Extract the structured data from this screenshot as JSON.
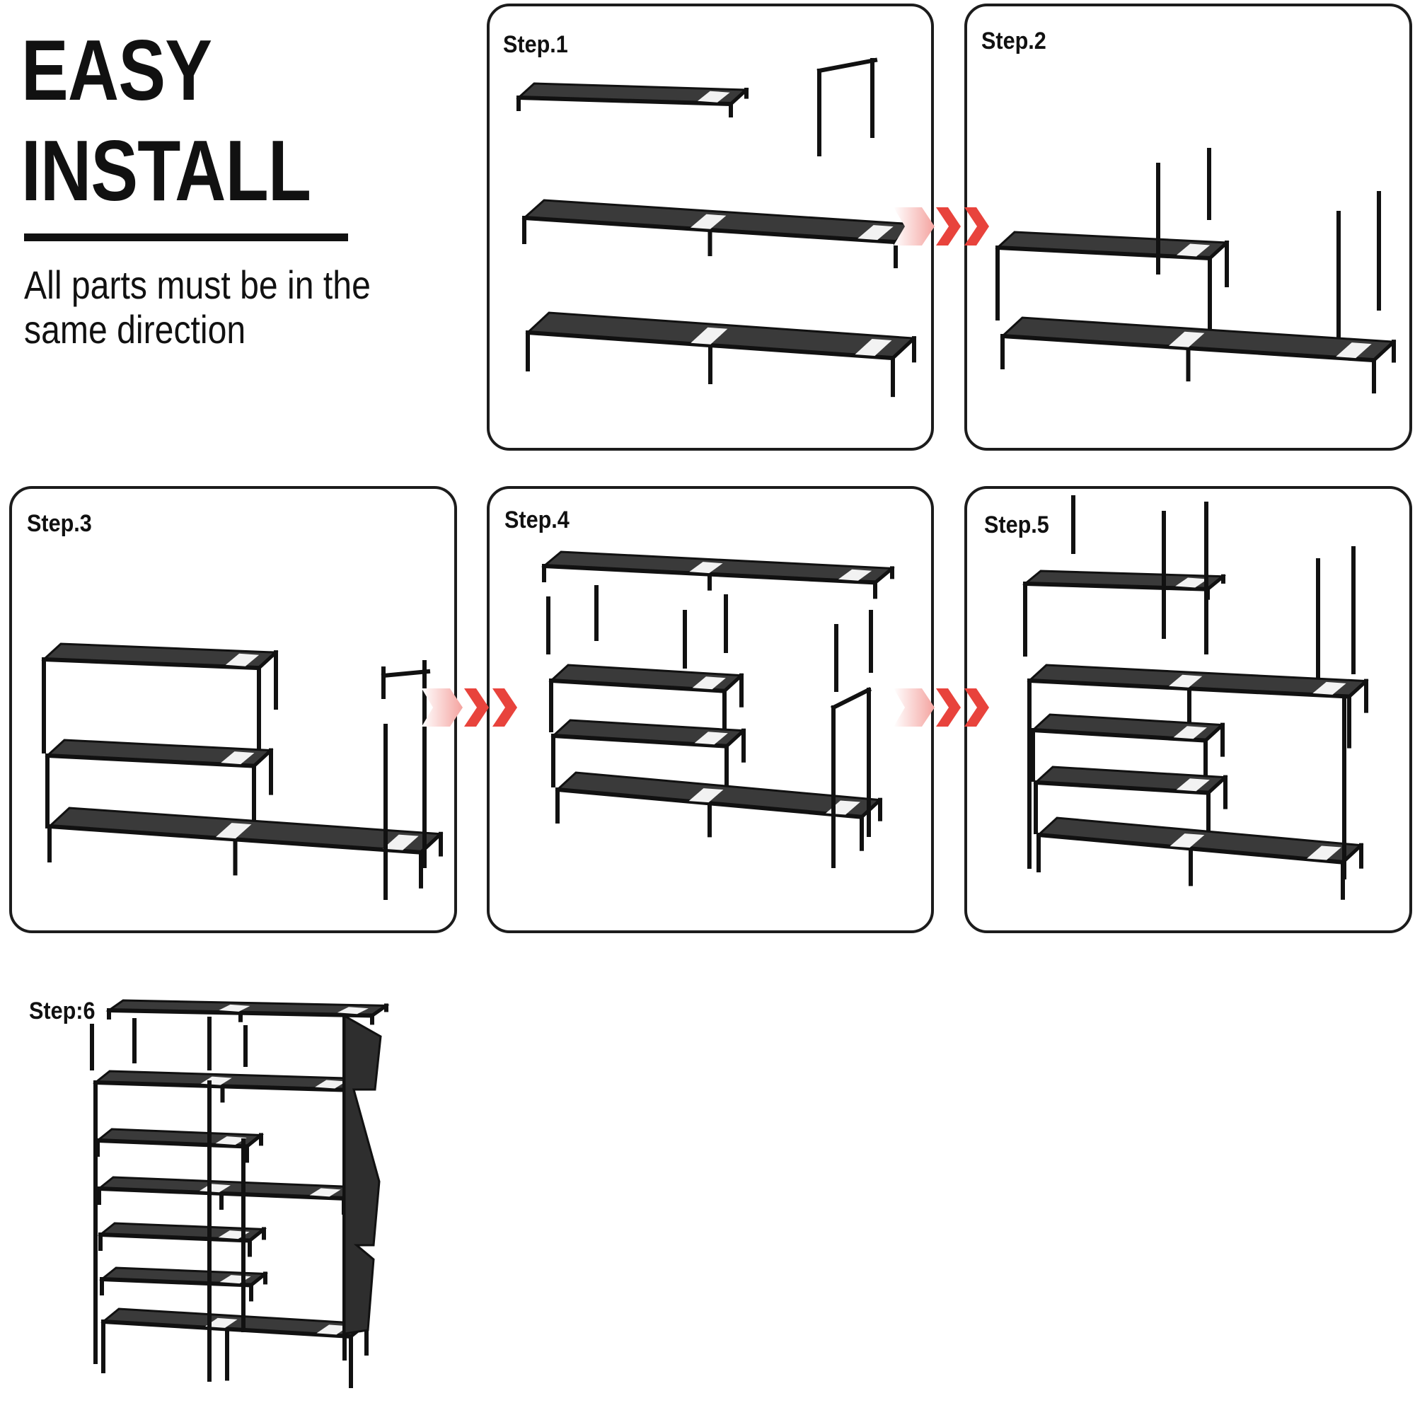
{
  "heading": {
    "line1": "EASY",
    "line2": "INSTALL"
  },
  "subtitle": {
    "line1": "All parts must be in the",
    "line2": "same direction"
  },
  "steps": [
    {
      "label": "Step.1"
    },
    {
      "label": "Step.2"
    },
    {
      "label": "Step.3"
    },
    {
      "label": "Step.4"
    },
    {
      "label": "Step.5"
    },
    {
      "label": "Step:6"
    }
  ],
  "colors": {
    "arrow": "#e8433c",
    "shelf": "#3a3a3a",
    "frame": "#111111",
    "border": "#1c1c1c"
  }
}
